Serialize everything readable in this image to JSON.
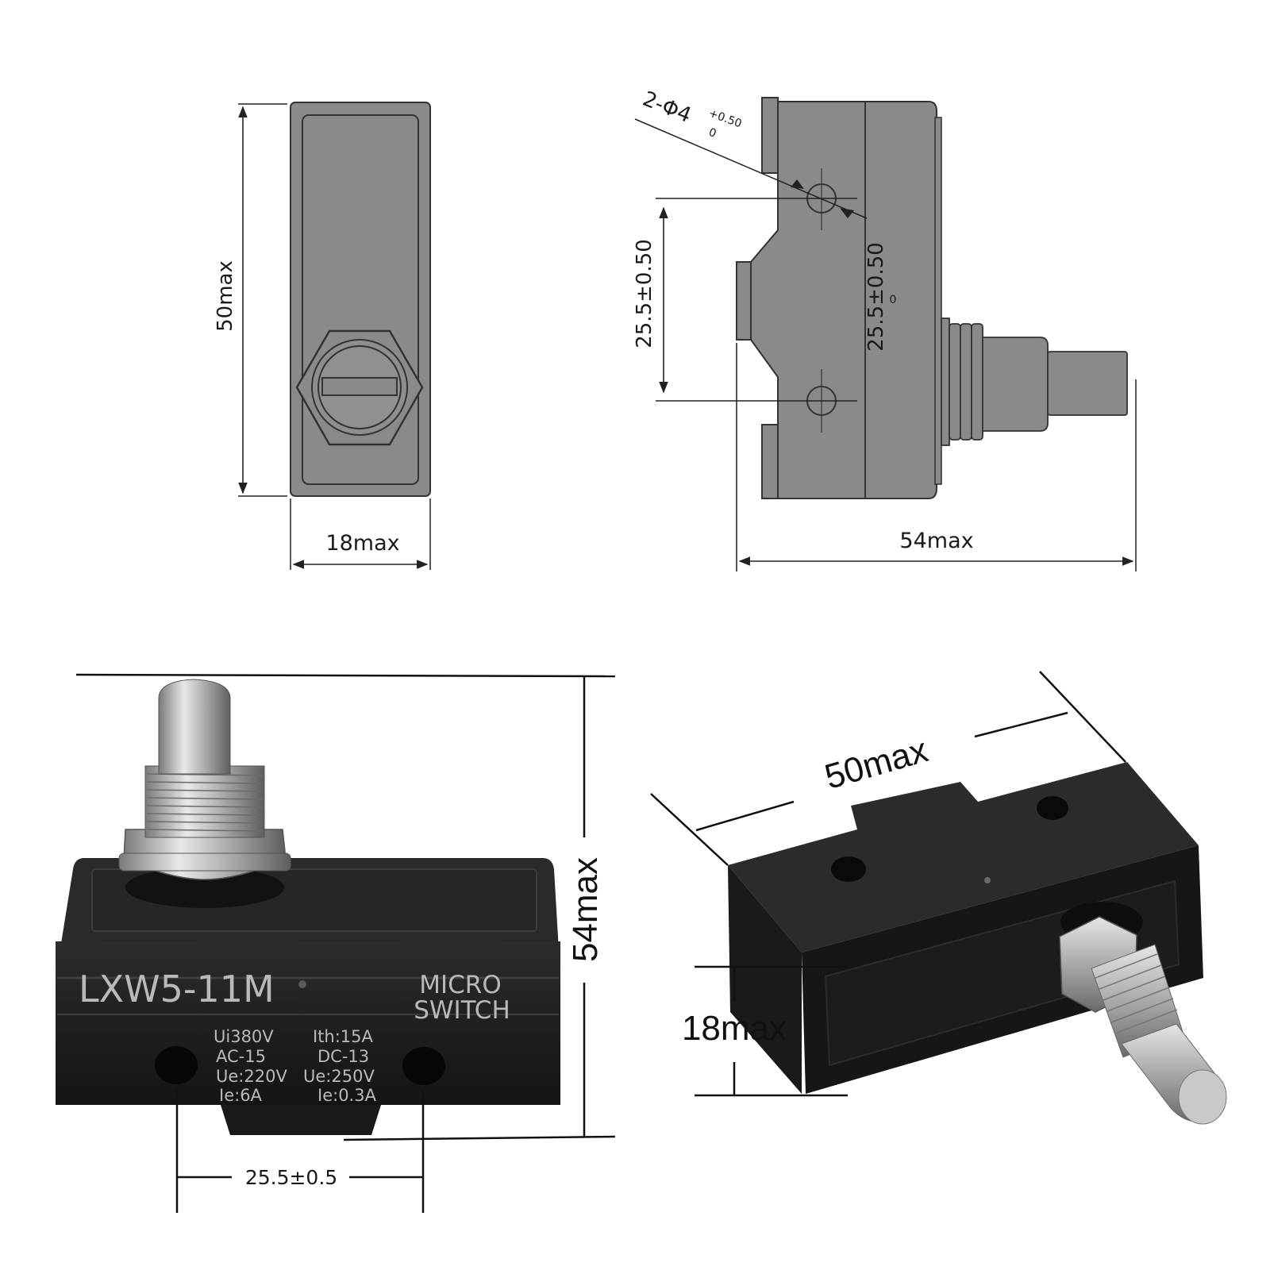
{
  "drawing_top_left": {
    "height_label": "50max",
    "width_label": "18max"
  },
  "drawing_top_right": {
    "hole_label": "2-Φ4",
    "hole_tol_upper": "+0.50",
    "hole_tol_lower": "0",
    "pitch_label_left": "25.5±0.50",
    "pitch_label_center": "25.5±0.50",
    "pitch_label_center_sub": "0",
    "length_label": "54max"
  },
  "photo_bottom_left": {
    "height_label": "54max",
    "pitch_label": "25.5±0.5",
    "model": "LXW5-11M",
    "type_line1": "MICRO",
    "type_line2": "SWITCH",
    "spec_left": [
      "Ui380V",
      "AC-15",
      "Ue:220V",
      "Ie:6A"
    ],
    "spec_right": [
      "Ith:15A",
      "DC-13",
      "Ue:250V",
      "Ie:0.3A"
    ]
  },
  "photo_bottom_right": {
    "length_label": "50max",
    "height_label": "18max"
  },
  "colors": {
    "drawing_fill": "#8a8a8a",
    "drawing_stroke": "#333333",
    "switch_body": "#1e1e1e",
    "metal": "#b8b8b8"
  }
}
